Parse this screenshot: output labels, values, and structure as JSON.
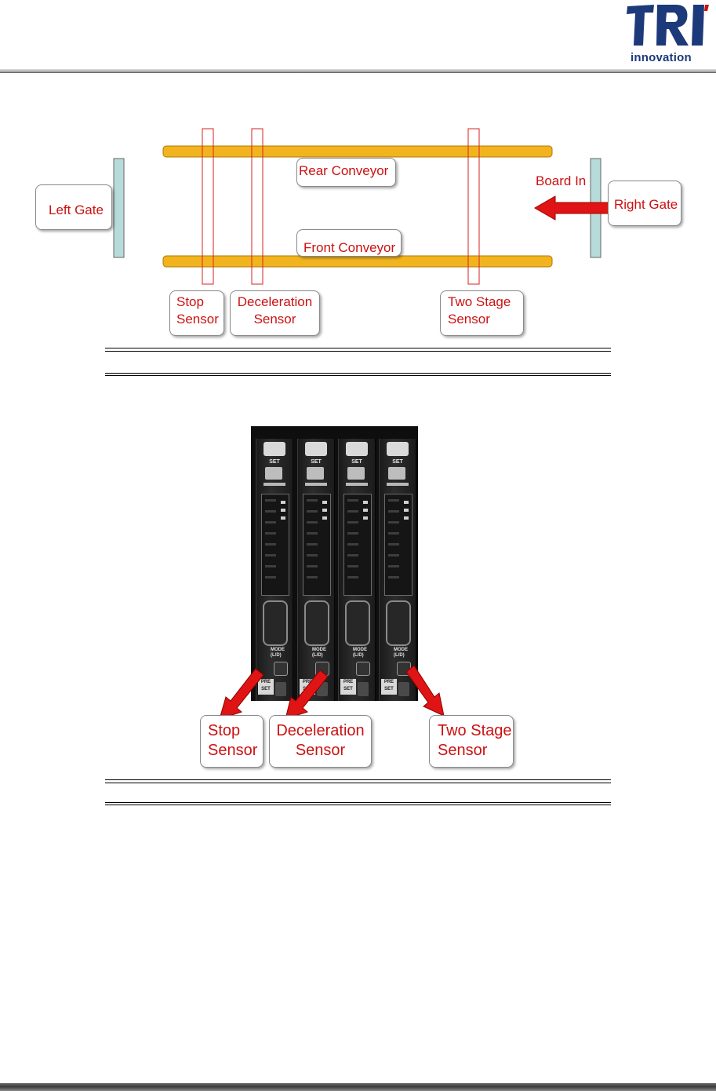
{
  "header": {
    "logo_main": "TRI",
    "logo_sub": "innovation",
    "brand_color": "#1c3a7a",
    "accent_color": "#cc1111"
  },
  "figure1": {
    "labels": {
      "left_gate": "Left Gate",
      "right_gate": "Right Gate",
      "rear_conveyor": "Rear Conveyor",
      "front_conveyor": "Front Conveyor",
      "board_in": "Board In",
      "stop_sensor": [
        "Stop",
        "Sensor"
      ],
      "deceleration_sensor": [
        "Deceleration",
        "Sensor"
      ],
      "two_stage_sensor": [
        "Two Stage",
        "Sensor"
      ]
    },
    "colors": {
      "conveyor": "#f2b41e",
      "gate": "#b7dbd8",
      "sensor_outline": "#d82222",
      "arrow": "#e01414",
      "label_text": "#cc1111"
    }
  },
  "figure2": {
    "amplifier_labels": {
      "set": "SET",
      "mode": [
        "MODE",
        "(L/D)"
      ],
      "preset": [
        "PRE",
        "SET"
      ]
    },
    "callouts": {
      "stop_sensor": [
        "Stop",
        "Sensor"
      ],
      "deceleration_sensor": [
        "Deceleration",
        "Sensor"
      ],
      "two_stage_sensor": [
        "Two Stage",
        "Sensor"
      ]
    }
  }
}
